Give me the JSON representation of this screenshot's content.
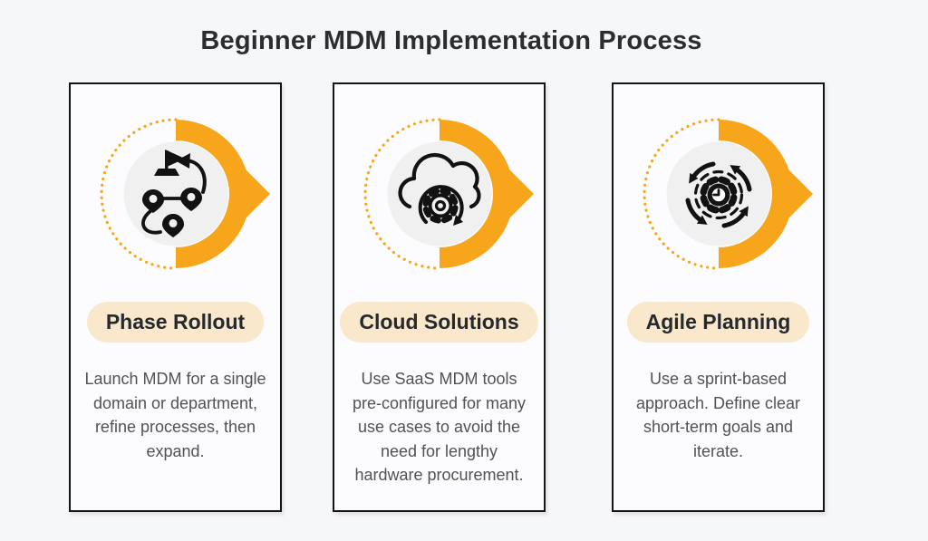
{
  "title": "Beginner MDM Implementation Process",
  "colors": {
    "page_background": "#f6f7f9",
    "card_background": "#fcfcfe",
    "card_border": "#151515",
    "accent_orange": "#f7a61b",
    "badge_background": "#f9e8cb",
    "inner_circle_gray": "#f0f0f0",
    "title_text": "#2b2d31",
    "badge_text": "#26292e",
    "body_text": "#4f5257"
  },
  "cards": [
    {
      "icon": "route-flag-map-pins-icon",
      "badge": "Phase Rollout",
      "description": "Launch MDM for a single domain or department, refine processes, then expand."
    },
    {
      "icon": "cloud-gear-sync-icon",
      "badge": "Cloud Solutions",
      "description": "Use SaaS MDM tools pre-configured for many use cases to avoid the need for lengthy hardware procurement."
    },
    {
      "icon": "agile-gear-clock-cycle-icon",
      "badge": "Agile Planning",
      "description": "Use a sprint-based approach. Define clear short-term goals and iterate."
    }
  ]
}
